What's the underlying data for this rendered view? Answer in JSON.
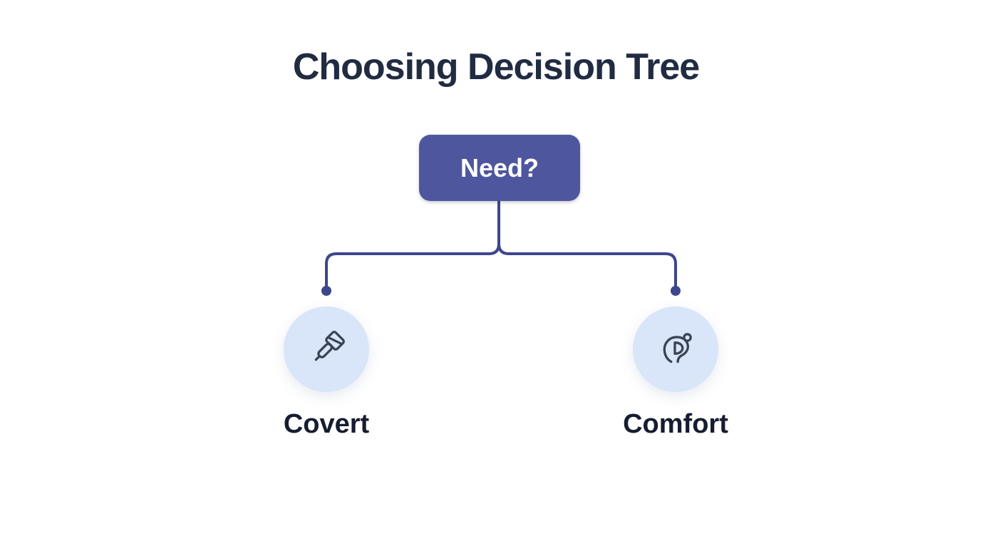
{
  "diagram": {
    "title": "Choosing Decision Tree",
    "root": {
      "label": "Need?"
    },
    "children": [
      {
        "label": "Covert",
        "icon": "earpiece-plug-icon"
      },
      {
        "label": "Comfort",
        "icon": "ear-icon"
      }
    ]
  },
  "colors": {
    "background": "#ffffff",
    "node_fill": "#4e579d",
    "node_text": "#ffffff",
    "line": "#3d478c",
    "circle_fill": "#d9e5f8",
    "icon_stroke": "#3b4456",
    "title_text": "#212b42",
    "label_text": "#161d30"
  }
}
